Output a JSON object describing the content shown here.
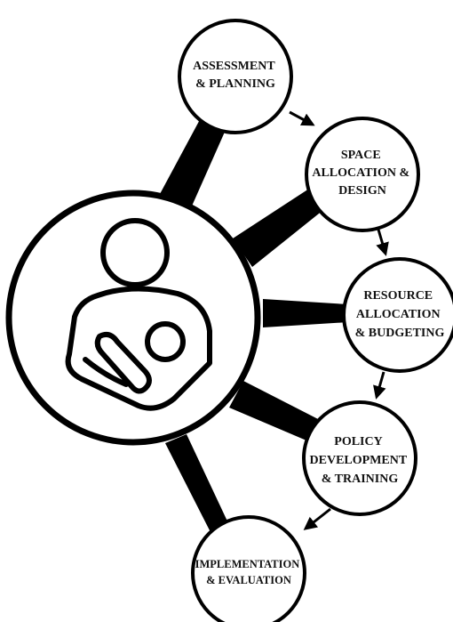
{
  "colors": {
    "stroke": "#000000",
    "fill": "#ffffff",
    "text": "#111111"
  },
  "center": {
    "icon": "breastfeeding-mother-icon"
  },
  "steps": [
    {
      "lines": [
        "ASSESSMENT",
        "& PLANNING"
      ]
    },
    {
      "lines": [
        "SPACE",
        "ALLOCATION &",
        "DESIGN"
      ]
    },
    {
      "lines": [
        "RESOURCE",
        "ALLOCATION",
        "& BUDGETING"
      ]
    },
    {
      "lines": [
        "POLICY",
        "DEVELOPMENT",
        "& TRAINING"
      ]
    },
    {
      "lines": [
        "IMPLEMENTATION",
        "& EVALUATION"
      ]
    }
  ]
}
